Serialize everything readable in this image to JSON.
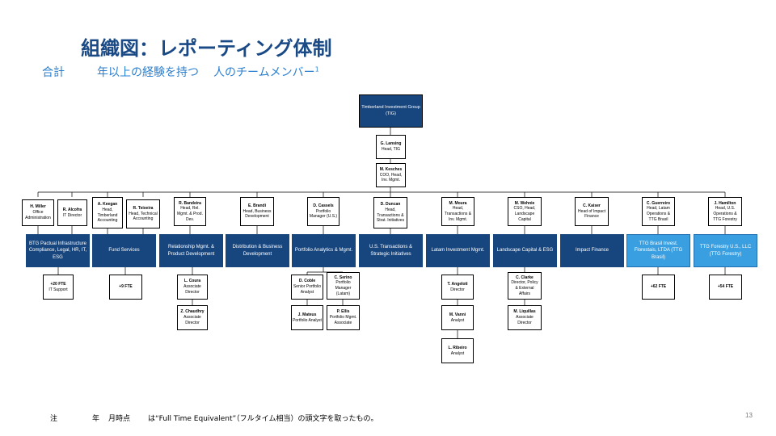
{
  "title": "組織図：レポーティング体制",
  "subtitle": {
    "part1": "合計",
    "part2": "年以上の経験を持つ",
    "part3": "人のチームメンバー",
    "footnote_mark": "1"
  },
  "root": {
    "name": "Timberland Investment Group (TIG)"
  },
  "head": {
    "name": "G. Lansing",
    "role": "Head, TIG"
  },
  "coo": {
    "name": "M. Kesches",
    "role": "COO, Head, Inv. Mgmt."
  },
  "leaders": [
    {
      "name": "H. Miller",
      "role": "Office Administration"
    },
    {
      "name": "R. Alcofra",
      "role": "IT Director"
    },
    {
      "name": "A. Keegan",
      "role": "Head, Timberland Accounting"
    },
    {
      "name": "R. Teixeira",
      "role": "Head, Technical Accounting"
    },
    {
      "name": "R. Bandeira",
      "role": "Head, Rel. Mgmt. & Prod. Dev."
    },
    {
      "name": "E. Brandi",
      "role": "Head, Business Development"
    },
    {
      "name": "D. Cassels",
      "role": "Portfolio Manager (U.S.)"
    },
    {
      "name": "D. Duncan",
      "role": "Head, Transactions & Strat. Initiatives"
    },
    {
      "name": "M. Moura",
      "role": "Head, Transactions & Inv. Mgmt."
    },
    {
      "name": "M. Wehnie",
      "role": "CSO, Head, Landscape Capital"
    },
    {
      "name": "C. Kaiser",
      "role": "Head of Impact Finance"
    },
    {
      "name": "C. Guerreiro",
      "role": "Head, Latam Operations & TTG Brasil"
    },
    {
      "name": "J. Hamilton",
      "role": "Head, U.S. Operations & TTG Forestry"
    }
  ],
  "departments": [
    {
      "label": "BTG Pactual Infrastructure Compliance, Legal, HR, IT, ESG"
    },
    {
      "label": "Fund Services"
    },
    {
      "label": "Relationship Mgmt. & Product Development"
    },
    {
      "label": "Distribution & Business Development"
    },
    {
      "label": "Portfolio Analytics & Mgmt."
    },
    {
      "label": "U.S. Transactions & Strategic Initiatives"
    },
    {
      "label": "Latam Investment Mgmt."
    },
    {
      "label": "Landscape Capital & ESG"
    },
    {
      "label": "Impact Finance"
    },
    {
      "label": "TTG Brasil Invest. Florestais, LTDA (TTG Brasil)"
    },
    {
      "label": "TTG Forestry U.S., LLC (TTG Forestry)"
    }
  ],
  "staff": {
    "it_support": {
      "name": "+20 FTE",
      "role": "IT Support"
    },
    "fund_fte": {
      "name": "+9 FTE",
      "role": ""
    },
    "coura": {
      "name": "L. Coura",
      "role": "Associate Director"
    },
    "chaudhry": {
      "name": "Z. Chaudhry",
      "role": "Associate Director"
    },
    "coble": {
      "name": "D. Coble",
      "role": "Senior Portfolio Analyst"
    },
    "serino": {
      "name": "C. Serino",
      "role": "Portfolio Manager (Latam)"
    },
    "mateus": {
      "name": "J. Mateus",
      "role": "Portfolio Analyst"
    },
    "ellis": {
      "name": "P. Ellis",
      "role": "Portfolio Mgmt. Associate"
    },
    "angeloti": {
      "name": "T. Angeloti",
      "role": "Director"
    },
    "vanni": {
      "name": "M. Vanni",
      "role": "Analyst"
    },
    "ribeiro": {
      "name": "L. Ribeiro",
      "role": "Analyst"
    },
    "clarke": {
      "name": "C. Clarke",
      "role": "Director, Policy & External Affairs"
    },
    "liquillas": {
      "name": "M. Liquillas",
      "role": "Associate Director"
    },
    "brasil_fte": {
      "name": "+62 FTE",
      "role": ""
    },
    "forestry_fte": {
      "name": "+54 FTE",
      "role": ""
    }
  },
  "footer": {
    "note_label": "注",
    "year_label": "年",
    "month_label": "月時点",
    "note_text": "は“Full Time Equivalent”（フルタイム相当）の頭文字を取ったもの。"
  },
  "page_number": "13"
}
